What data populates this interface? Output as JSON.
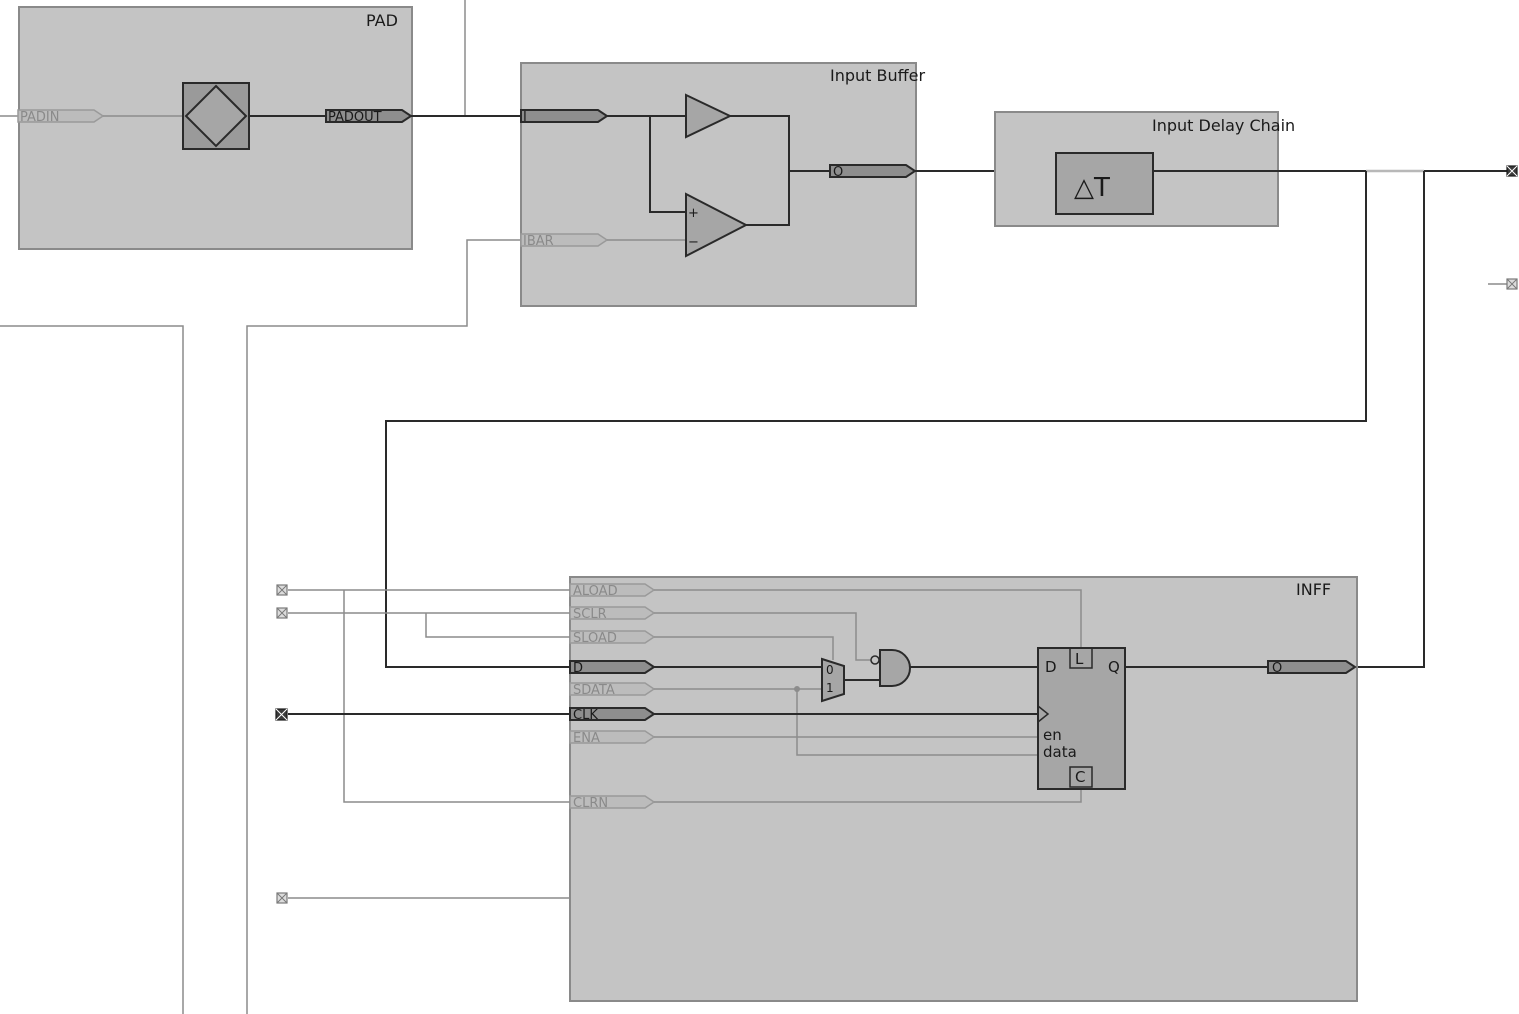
{
  "blocks": {
    "pad": {
      "title": "PAD",
      "ports": {
        "in": "PADIN",
        "out": "PADOUT"
      }
    },
    "input_buffer": {
      "title": "Input Buffer",
      "ports": {
        "in": "I",
        "bar": "IBAR",
        "out": "O"
      },
      "comparator_plus": "+",
      "comparator_minus": "−"
    },
    "input_delay_chain": {
      "title": "Input Delay Chain",
      "symbol": "△T"
    },
    "inff": {
      "title": "INFF",
      "ports": {
        "aload": "ALOAD",
        "sclr": "SCLR",
        "sload": "SLOAD",
        "d": "D",
        "sdata": "SDATA",
        "clk": "CLK",
        "ena": "ENA",
        "clrn": "CLRN",
        "out": "O"
      },
      "mux_labels": {
        "zero": "0",
        "one": "1"
      },
      "flipflop": {
        "d": "D",
        "q": "Q",
        "l": "L",
        "en": "en",
        "data": "data",
        "c": "C"
      }
    }
  },
  "icons": {
    "pad_symbol": "diamond-in-square-icon",
    "pin_terminal": "x-box-icon"
  }
}
